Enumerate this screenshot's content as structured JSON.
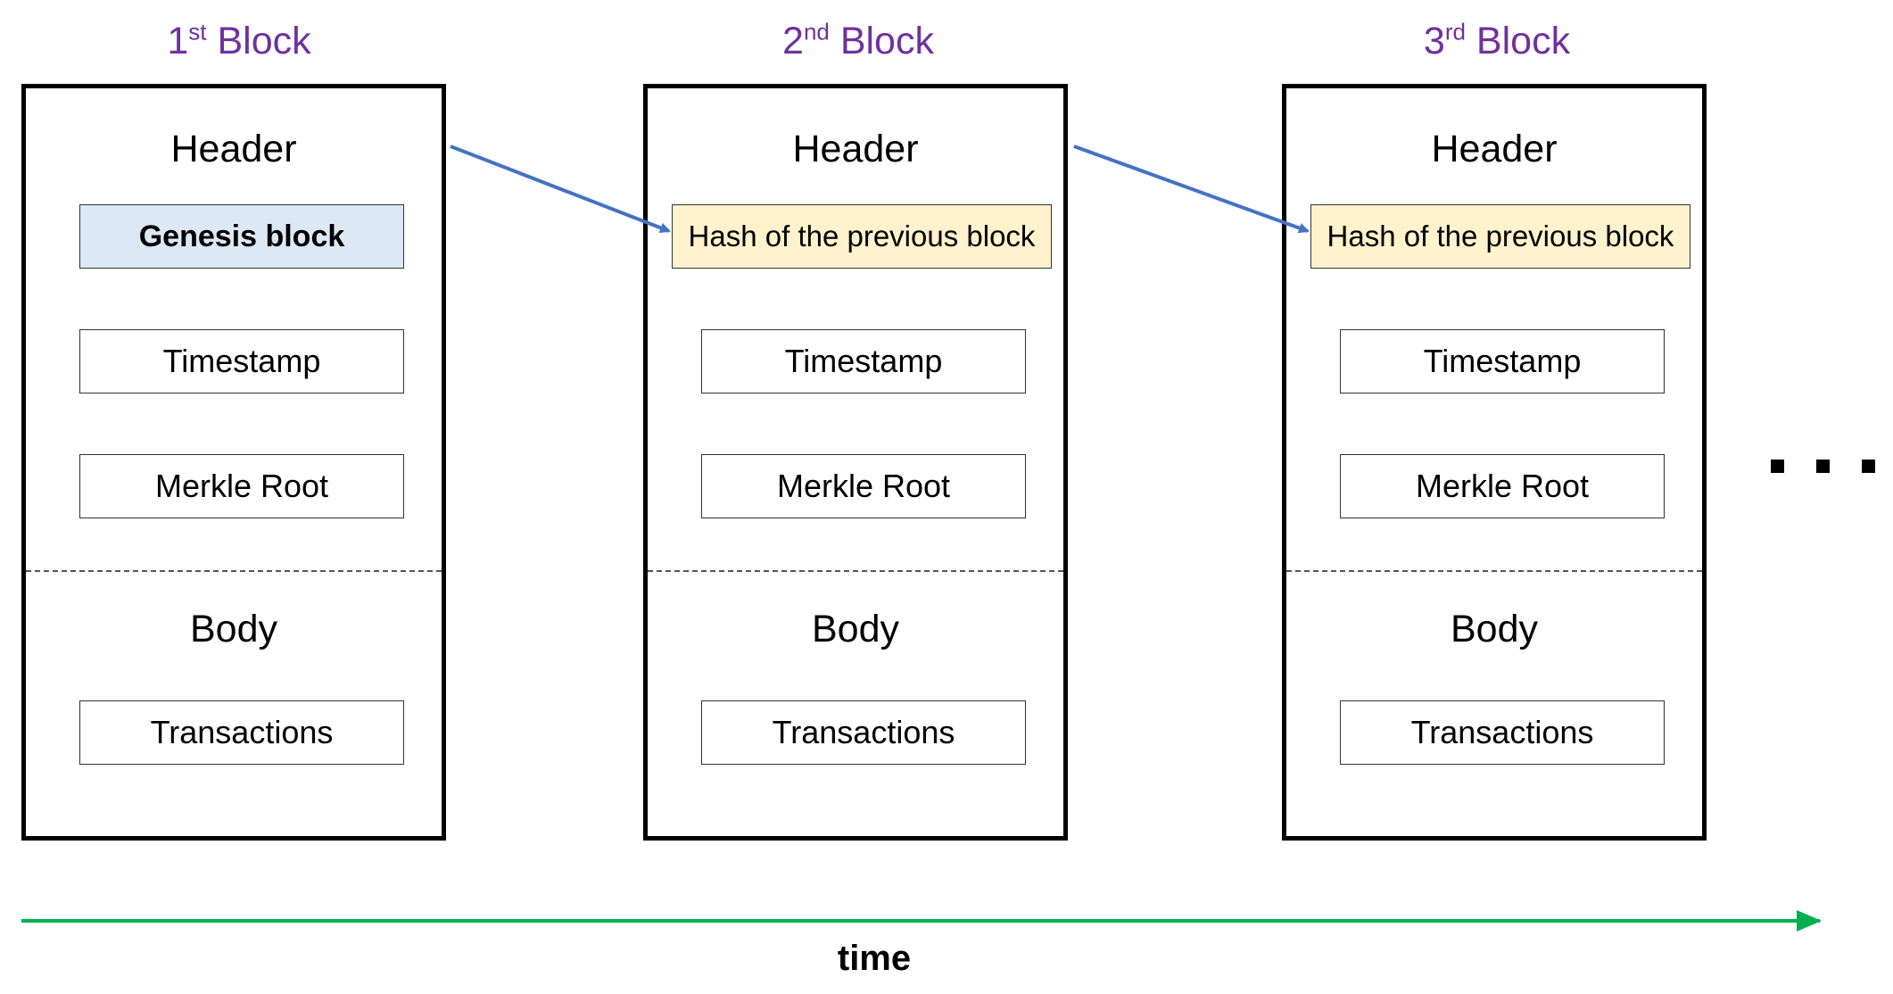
{
  "blocks": [
    {
      "title_num": "1",
      "title_sup": "st",
      "title_word": "Block",
      "header_label": "Header",
      "first_field": "Genesis block",
      "timestamp": "Timestamp",
      "merkle_root": "Merkle Root",
      "body_label": "Body",
      "transactions": "Transactions"
    },
    {
      "title_num": "2",
      "title_sup": "nd",
      "title_word": "Block",
      "header_label": "Header",
      "first_field": "Hash of the previous block",
      "timestamp": "Timestamp",
      "merkle_root": "Merkle Root",
      "body_label": "Body",
      "transactions": "Transactions"
    },
    {
      "title_num": "3",
      "title_sup": "rd",
      "title_word": "Block",
      "header_label": "Header",
      "first_field": "Hash of the previous block",
      "timestamp": "Timestamp",
      "merkle_root": "Merkle Root",
      "body_label": "Body",
      "transactions": "Transactions"
    }
  ],
  "timeline": {
    "label": "time"
  },
  "colors": {
    "title": "#7030a0",
    "link_arrow": "#4472c4",
    "time_arrow": "#00b050",
    "genesis_fill": "#dce8f4",
    "hash_fill": "#fff2cc"
  }
}
